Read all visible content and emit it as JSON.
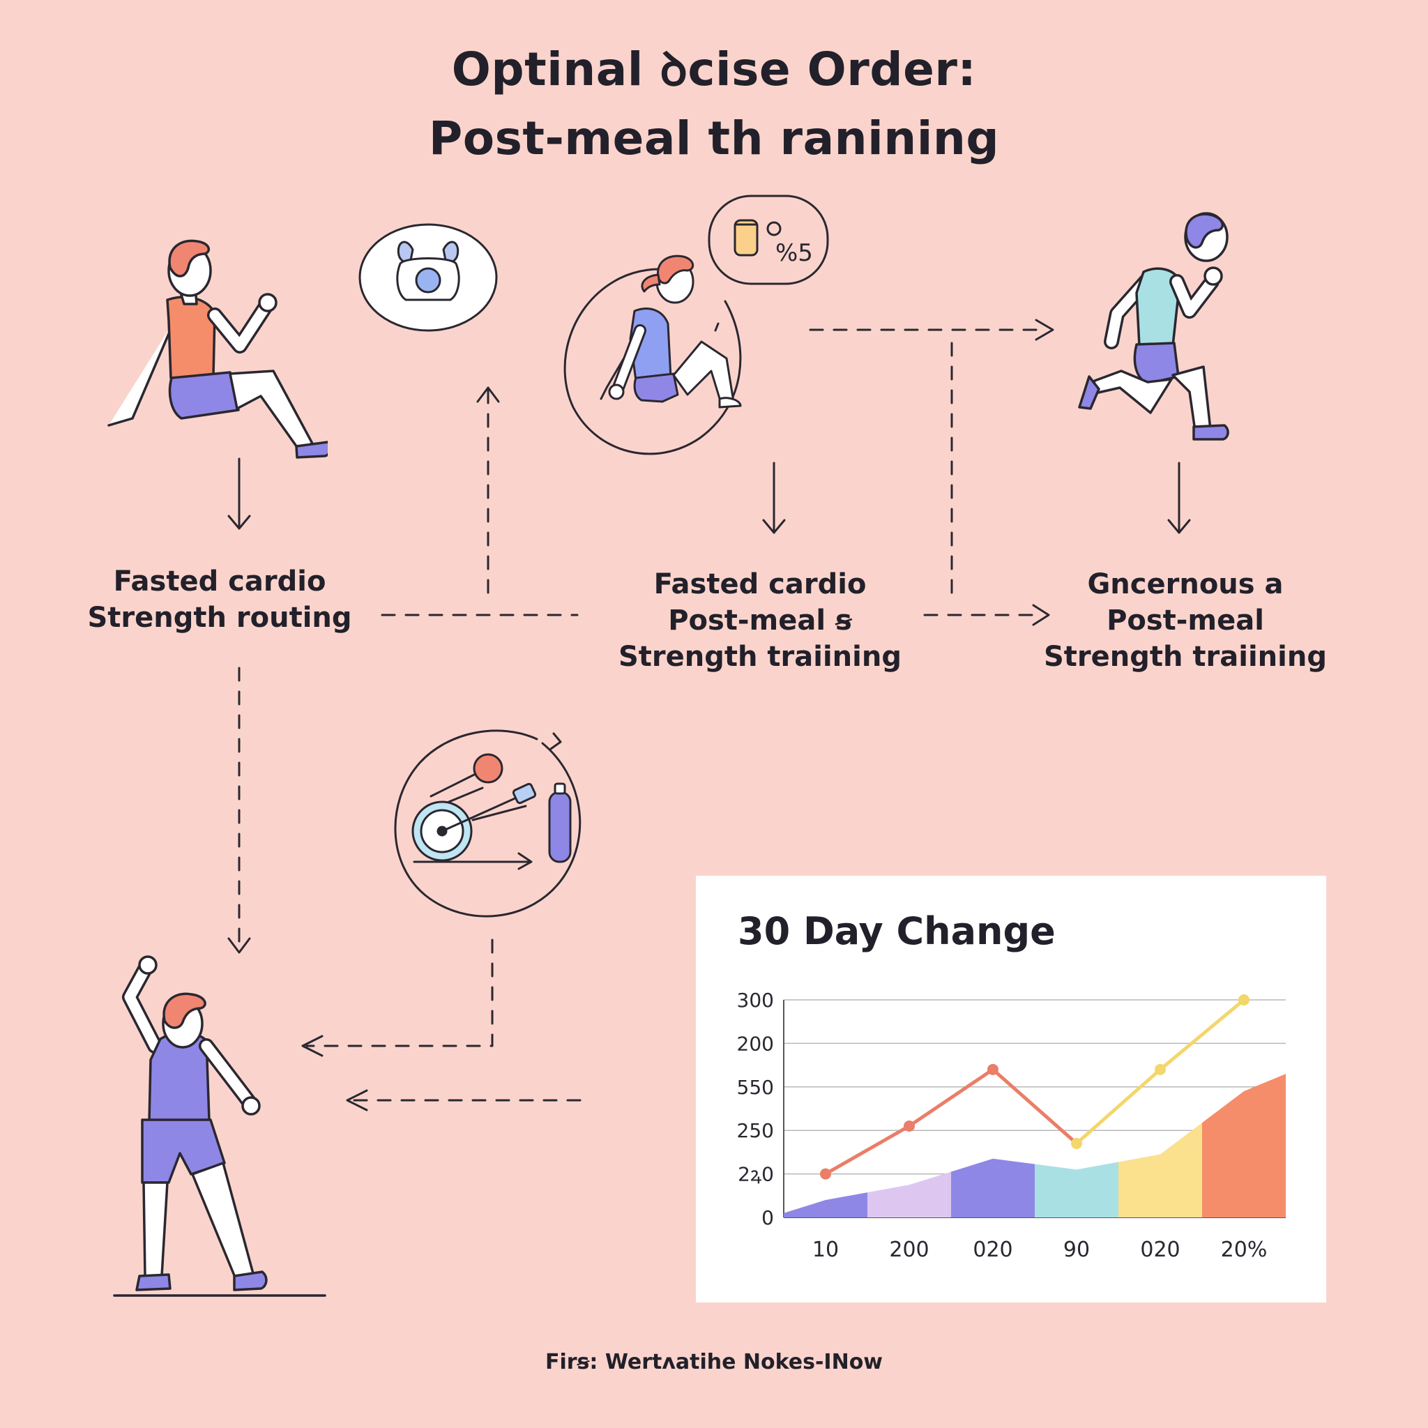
{
  "title": {
    "line1": "Optinal ꝺcise Order:",
    "line2": "Post-meal th ranining"
  },
  "flow": {
    "left": {
      "line1": "Fasted cardio",
      "line2": "Strength routing"
    },
    "middle": {
      "line1": "Fasted cardio",
      "line2": "Post-meal ꞩ",
      "line3": "Strength traiining"
    },
    "right": {
      "line1": "Gncernous a",
      "line2": "Post-meal",
      "line3": "Strength traiining"
    }
  },
  "bubble_text": "%5",
  "caption": "Firꞩ: Wertʌatihe Nokes-INow",
  "colors": {
    "background": "#fad4cc",
    "coral": "#f08672",
    "purple": "#8f87e6",
    "lavender": "#ddc7f0",
    "teal": "#a9e0e4",
    "yellow": "#fbe08e",
    "orange": "#f58c6a",
    "line_red": "#ea7e68",
    "line_yellow": "#f3d66c"
  },
  "icons": [
    "person-sitting-icon",
    "kettlebell-icon",
    "woman-stretching-icon",
    "supplement-icon",
    "runner-icon",
    "exercise-bike-icon",
    "person-arm-raised-icon"
  ],
  "chart_data": {
    "type": "area",
    "title": "30 Day Change",
    "categories": [
      "10",
      "200",
      "020",
      "90",
      "020",
      "20%"
    ],
    "y_tick_labels": [
      "0",
      "2ꝝ0",
      "250",
      "550",
      "200",
      "300"
    ],
    "series": [
      {
        "values": [
          0.4,
          0.75,
          1.35,
          1.1,
          1.45,
          2.9
        ]
      },
      {
        "values": [
          1.0,
          2.1,
          3.4,
          1.7,
          3.4,
          5.0
        ]
      }
    ],
    "grid": true,
    "legend": false
  }
}
